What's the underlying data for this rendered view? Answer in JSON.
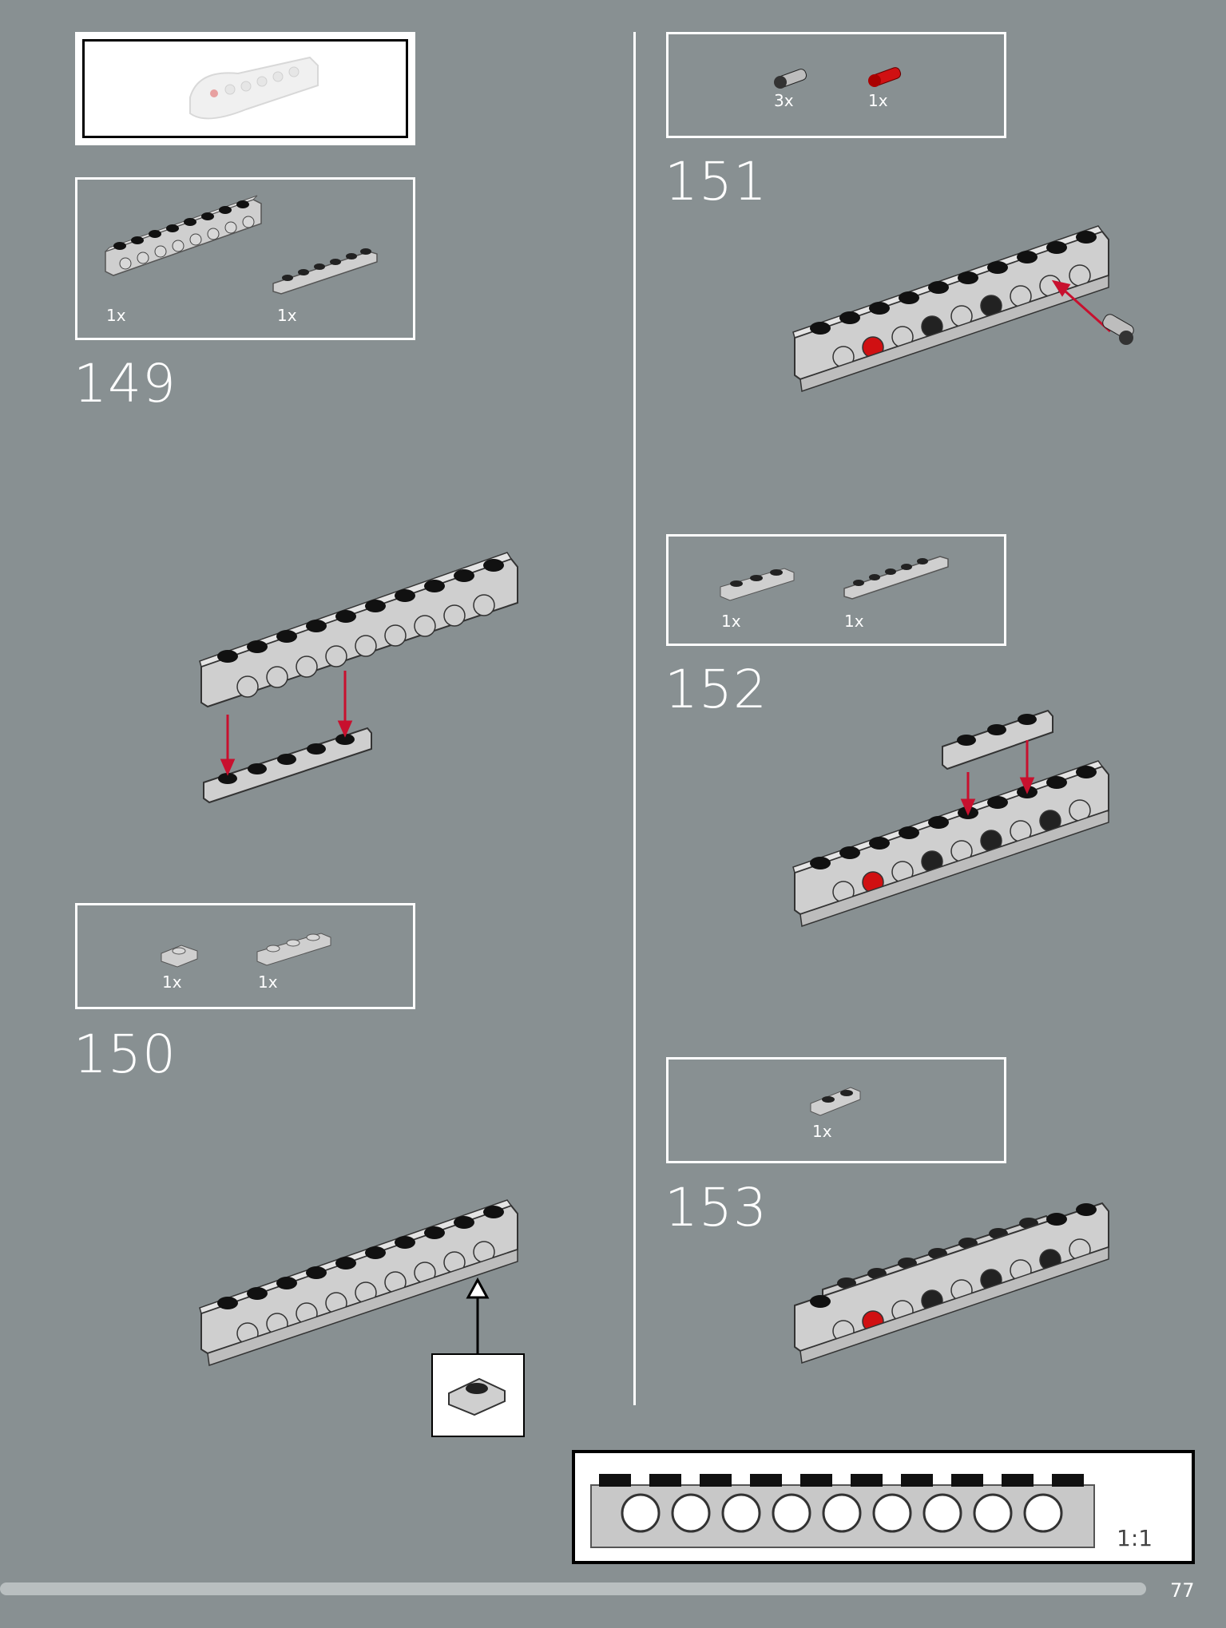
{
  "page": {
    "number": "77"
  },
  "callout_preview": {},
  "steps": [
    {
      "number": "149",
      "parts": [
        {
          "qty": "1x"
        },
        {
          "qty": "1x"
        }
      ]
    },
    {
      "number": "150",
      "parts": [
        {
          "qty": "1x"
        },
        {
          "qty": "1x"
        }
      ]
    },
    {
      "number": "151",
      "parts": [
        {
          "qty": "3x"
        },
        {
          "qty": "1x"
        }
      ]
    },
    {
      "number": "152",
      "parts": [
        {
          "qty": "1x"
        },
        {
          "qty": "1x"
        }
      ]
    },
    {
      "number": "153",
      "parts": [
        {
          "qty": "1x"
        }
      ]
    }
  ],
  "scale_reference": {
    "label": "1:1"
  },
  "colors": {
    "background": "#889092",
    "brick_light": "#c8c8c8",
    "stud_dark": "#111111",
    "arrow_red": "#c8102e",
    "pin_red": "#d01012"
  }
}
